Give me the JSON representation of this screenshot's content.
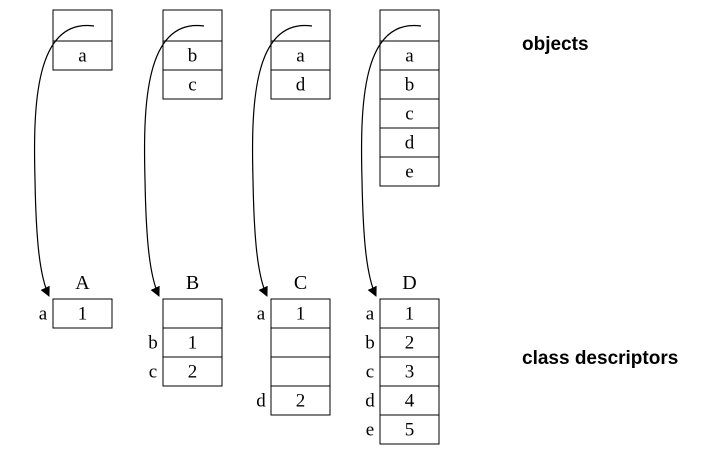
{
  "labels": {
    "objects": "objects",
    "class_descriptors": "class descriptors"
  },
  "objects": [
    {
      "fields": [
        "a"
      ]
    },
    {
      "fields": [
        "b",
        "c"
      ]
    },
    {
      "fields": [
        "a",
        "d"
      ]
    },
    {
      "fields": [
        "a",
        "b",
        "c",
        "d",
        "e"
      ]
    }
  ],
  "descriptors": [
    {
      "name": "A",
      "rows": [
        {
          "field": "a",
          "value": "1"
        }
      ]
    },
    {
      "name": "B",
      "rows": [
        {
          "field": "",
          "value": ""
        },
        {
          "field": "b",
          "value": "1"
        },
        {
          "field": "c",
          "value": "2"
        }
      ]
    },
    {
      "name": "C",
      "rows": [
        {
          "field": "a",
          "value": "1"
        },
        {
          "field": "",
          "value": ""
        },
        {
          "field": "",
          "value": ""
        },
        {
          "field": "d",
          "value": "2"
        }
      ]
    },
    {
      "name": "D",
      "rows": [
        {
          "field": "a",
          "value": "1"
        },
        {
          "field": "b",
          "value": "2"
        },
        {
          "field": "c",
          "value": "3"
        },
        {
          "field": "d",
          "value": "4"
        },
        {
          "field": "e",
          "value": "5"
        }
      ]
    }
  ]
}
